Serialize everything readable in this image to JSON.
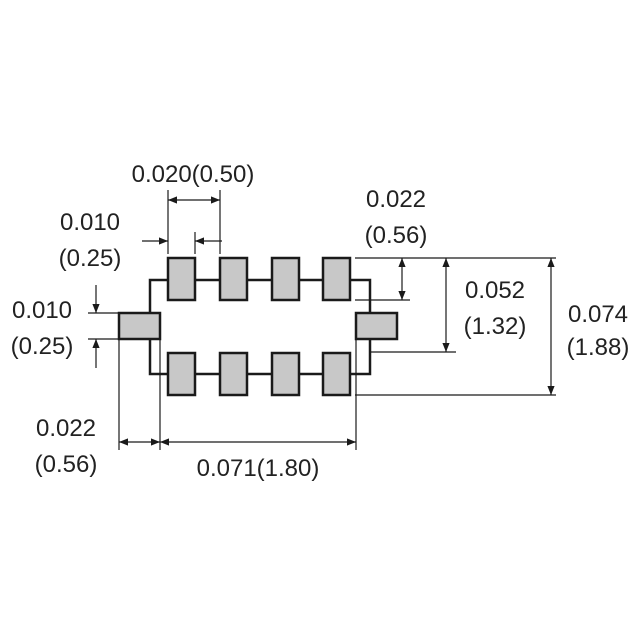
{
  "drawing": {
    "description_colors": {
      "pad_fill": "#c8c8c8",
      "line": "#1a1a1a",
      "text": "#222222"
    },
    "labels": {
      "pad_pitch": "0.020(0.50)",
      "pad_gap_in": "0.010",
      "pad_gap_mm": "(0.25)",
      "pad_width_in": "0.022",
      "pad_width_mm": "(0.56)",
      "side_pad_in": "0.010",
      "side_pad_mm": "(0.25)",
      "inner_height_in": "0.052",
      "inner_height_mm": "(1.32)",
      "total_height_in": "0.074",
      "total_height_mm": "(1.88)",
      "side_width_in": "0.022",
      "side_width_mm": "(0.56)",
      "total_width": "0.071(1.80)"
    }
  }
}
